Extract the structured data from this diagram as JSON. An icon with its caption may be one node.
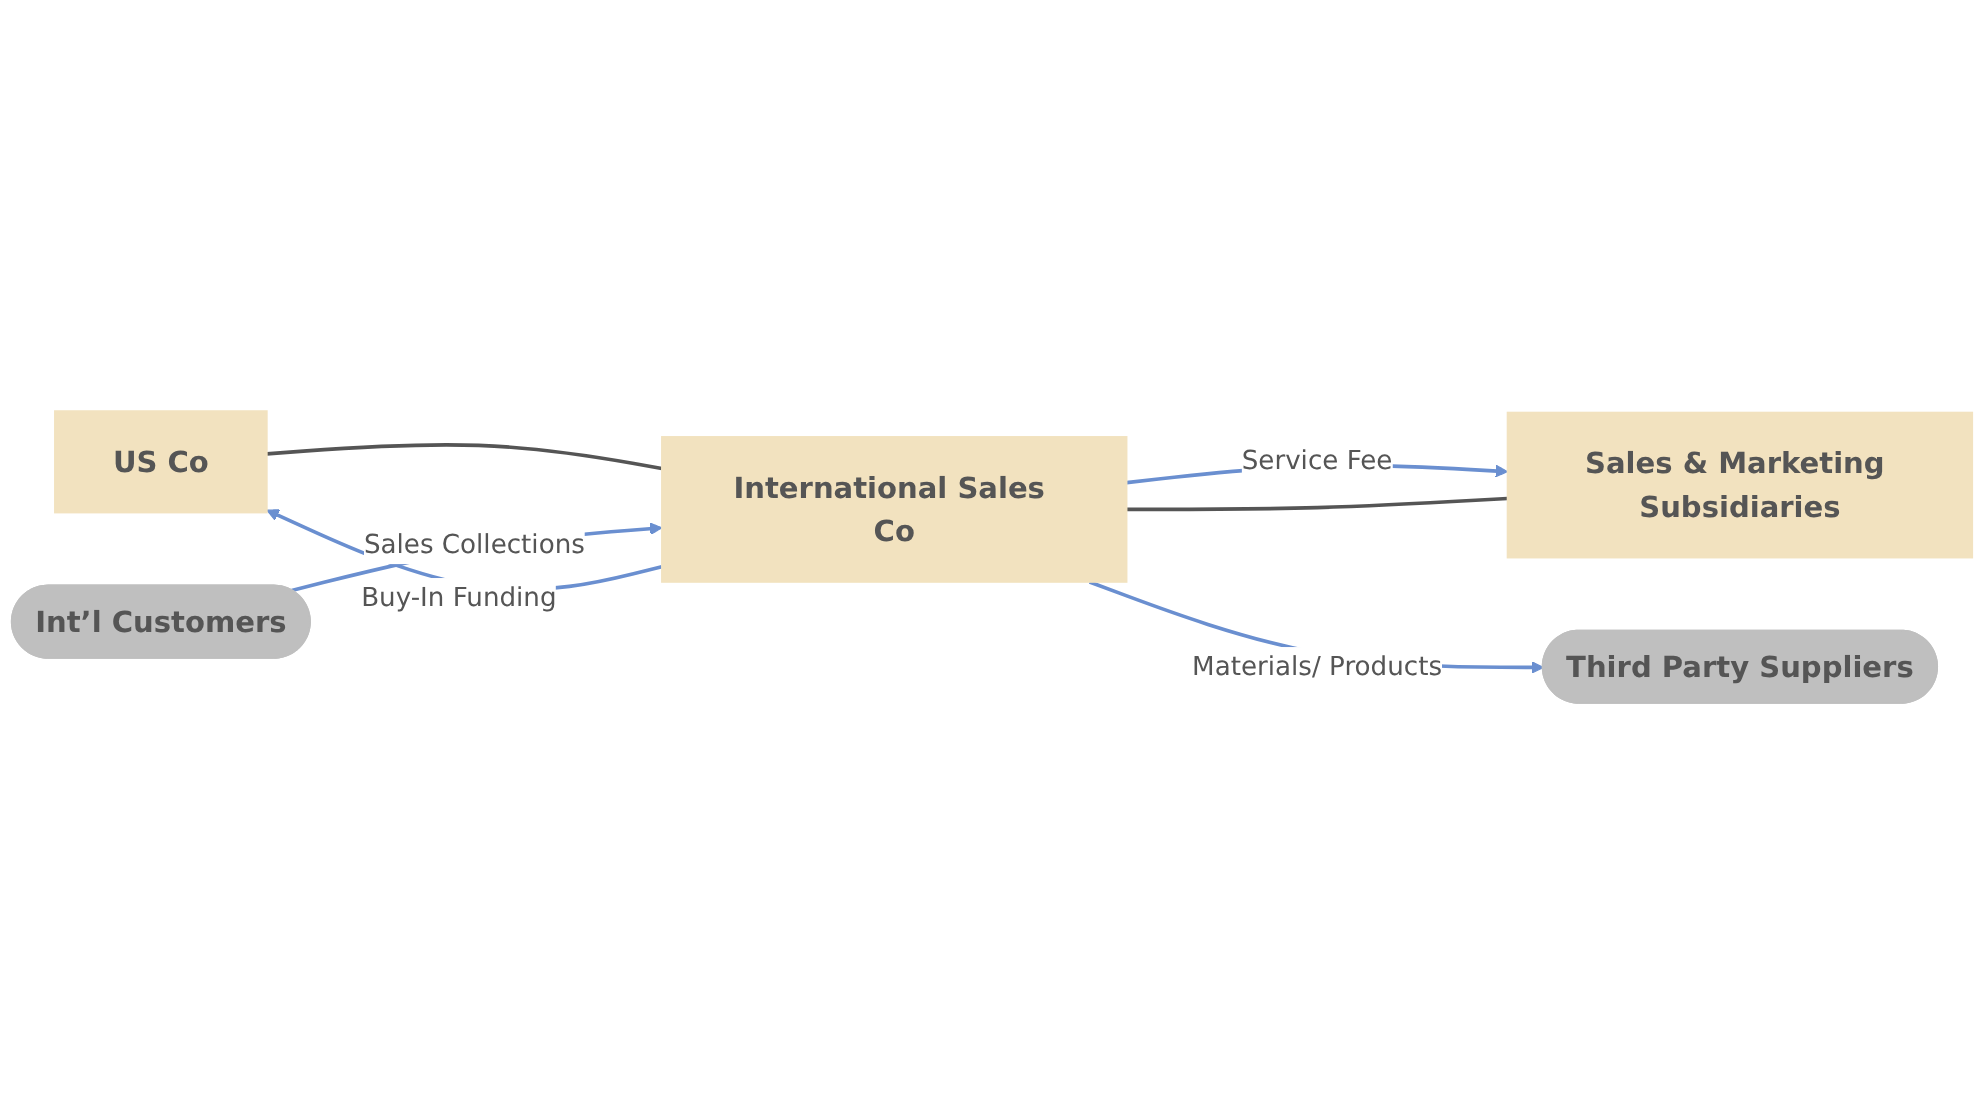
{
  "diagram": {
    "nodes": [
      {
        "text": [
          "US Co"
        ]
      },
      {
        "text": [
          "Int’l Customers"
        ]
      },
      {
        "text": [
          "International Sales Co"
        ]
      },
      {
        "text": [
          "Third Party Suppliers"
        ]
      },
      {
        "text": [
          "Sales & Marketing Subsidiaries"
        ]
      }
    ],
    "edges": [
      {
        "from": 0,
        "to": 2,
        "arrow": "none",
        "color": "#555555"
      },
      {
        "from": 1,
        "to": 2,
        "arrow": "to",
        "label": "Sales Collections"
      },
      {
        "from": 2,
        "to": 0,
        "arrow": "to",
        "label": "Buy-In Funding"
      },
      {
        "from": 2,
        "to": 4,
        "arrow": "to",
        "label": "Service Fee"
      },
      {
        "from": 2,
        "to": 3,
        "arrow": "to",
        "label": "Materials/ Products"
      },
      {
        "from": 2,
        "to": 4,
        "arrow": "none",
        "color": "#555555"
      }
    ]
  }
}
